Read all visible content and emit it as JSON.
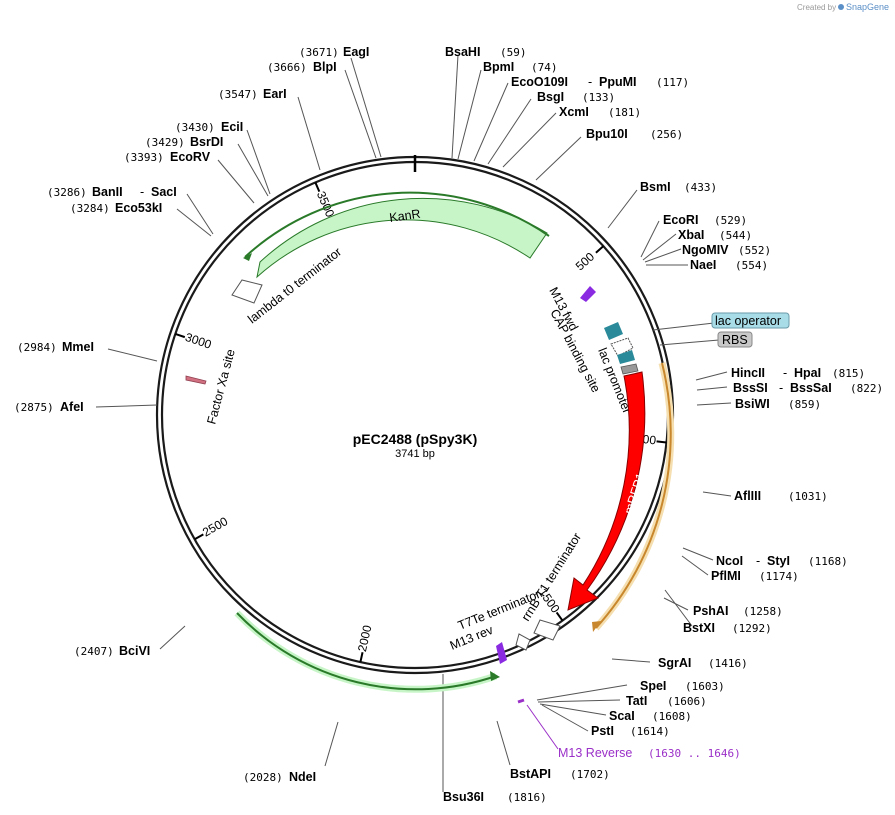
{
  "header": {
    "created_by": "Created by",
    "brand": "SnapGene"
  },
  "plasmid": {
    "name": "pEC2488 (pSpy3K)",
    "length_label": "3741 bp",
    "length": 3741
  },
  "tick_labels": [
    {
      "bp": 500,
      "text": "500"
    },
    {
      "bp": 1000,
      "text": "1000"
    },
    {
      "bp": 1500,
      "text": "1500"
    },
    {
      "bp": 2000,
      "text": "2000"
    },
    {
      "bp": 2500,
      "text": "2500"
    },
    {
      "bp": 3000,
      "text": "3000"
    },
    {
      "bp": 3500,
      "text": "3500"
    }
  ],
  "features": {
    "kanr": "KanR",
    "lambda_t0": "lambda t0 terminator",
    "factor_xa": "Factor Xa site",
    "m13_fwd": "M13 fwd",
    "cap_site": "CAP binding site",
    "lac_promoter": "lac promoter",
    "mrfp1": "mRFP1",
    "rrnb_t1": "rrnB T1 terminator",
    "t7te": "T7Te terminator",
    "m13_rev": "M13 rev",
    "lac_operator": "lac operator",
    "rbs": "RBS"
  },
  "primer": {
    "name": "M13 Reverse",
    "range": "(1630 .. 1646)"
  },
  "sites": {
    "eagi": {
      "name": "EagI",
      "pos": "(3671)"
    },
    "blpi": {
      "name": "BlpI",
      "pos": "(3666)"
    },
    "eari": {
      "name": "EarI",
      "pos": "(3547)"
    },
    "ecii": {
      "name": "EciI",
      "pos": "(3430)"
    },
    "bsrdi": {
      "name": "BsrDI",
      "pos": "(3429)"
    },
    "ecorv": {
      "name": "EcoRV",
      "pos": "(3393)"
    },
    "banii": {
      "name": "BanII",
      "sep": "-",
      "name2": "SacI",
      "pos": "(3286)"
    },
    "eco53ki": {
      "name": "Eco53kI",
      "pos": "(3284)"
    },
    "mmei": {
      "name": "MmeI",
      "pos": "(2984)"
    },
    "afei": {
      "name": "AfeI",
      "pos": "(2875)"
    },
    "bcivi": {
      "name": "BciVI",
      "pos": "(2407)"
    },
    "ndei": {
      "name": "NdeI",
      "pos": "(2028)"
    },
    "bsahi": {
      "name": "BsaHI",
      "pos": "(59)"
    },
    "bpmi": {
      "name": "BpmI",
      "pos": "(74)"
    },
    "eco0109i": {
      "name": "EcoO109I",
      "sep": "-",
      "name2": "PpuMI",
      "pos": "(117)"
    },
    "bsgi": {
      "name": "BsgI",
      "pos": "(133)"
    },
    "xcmi": {
      "name": "XcmI",
      "pos": "(181)"
    },
    "bpu10i": {
      "name": "Bpu10I",
      "pos": "(256)"
    },
    "bsmi": {
      "name": "BsmI",
      "pos": "(433)"
    },
    "ecori": {
      "name": "EcoRI",
      "pos": "(529)"
    },
    "xbai": {
      "name": "XbaI",
      "pos": "(544)"
    },
    "ngomiv": {
      "name": "NgoMIV",
      "pos": "(552)"
    },
    "naei": {
      "name": "NaeI",
      "pos": "(554)"
    },
    "hincii": {
      "name": "HincII",
      "sep": "-",
      "name2": "HpaI",
      "pos": "(815)"
    },
    "bsssi": {
      "name": "BssSI",
      "sep": "-",
      "name2": "BssSaI",
      "pos": "(822)"
    },
    "bsiwi": {
      "name": "BsiWI",
      "pos": "(859)"
    },
    "afliii": {
      "name": "AflIII",
      "pos": "(1031)"
    },
    "ncoi": {
      "name": "NcoI",
      "sep": "-",
      "name2": "StyI",
      "pos": "(1168)"
    },
    "pflmi": {
      "name": "PflMI",
      "pos": "(1174)"
    },
    "pshai": {
      "name": "PshAI",
      "pos": "(1258)"
    },
    "bstxi": {
      "name": "BstXI",
      "pos": "(1292)"
    },
    "sgrai": {
      "name": "SgrAI",
      "pos": "(1416)"
    },
    "spei": {
      "name": "SpeI",
      "pos": "(1603)"
    },
    "tati": {
      "name": "TatI",
      "pos": "(1606)"
    },
    "scai": {
      "name": "ScaI",
      "pos": "(1608)"
    },
    "psti": {
      "name": "PstI",
      "pos": "(1614)"
    },
    "bstapi": {
      "name": "BstAPI",
      "pos": "(1702)"
    },
    "bsu36i": {
      "name": "Bsu36I",
      "pos": "(1816)"
    }
  },
  "colors": {
    "backbone": "#1a1a1a",
    "kanr_fill": "#c8f5c8",
    "kanr_stroke": "#2a7a2a",
    "mrfp1_fill": "#ff0000",
    "orf": "#e6a23c",
    "m13": "#8a2be2",
    "cap": "#2a8a9a",
    "lac_operator_box": "#a8dde8",
    "rbs_box": "#c8c8c8",
    "primer": "#9b30c8",
    "factor_xa": "#d07080"
  }
}
